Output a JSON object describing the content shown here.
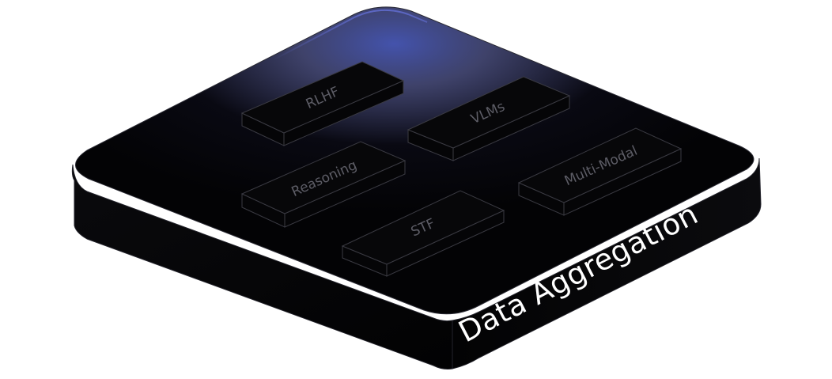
{
  "platform": {
    "label": "Data Aggregation"
  },
  "modules": [
    {
      "id": "rlhf",
      "label": "RLHF"
    },
    {
      "id": "vlms",
      "label": "VLMs"
    },
    {
      "id": "reasoning",
      "label": "Reasoning"
    },
    {
      "id": "multi-modal",
      "label": "Multi-Modal"
    },
    {
      "id": "stf",
      "label": "STF"
    }
  ],
  "colors": {
    "platform_fill": "#040406",
    "platform_edge": "#2a2a33",
    "block_top": "#070709",
    "block_side": "#050507",
    "block_stroke": "#3a3a42",
    "glow": "#3a4aa8",
    "label_platform": "#ffffff",
    "label_block": "#5d5d66"
  }
}
